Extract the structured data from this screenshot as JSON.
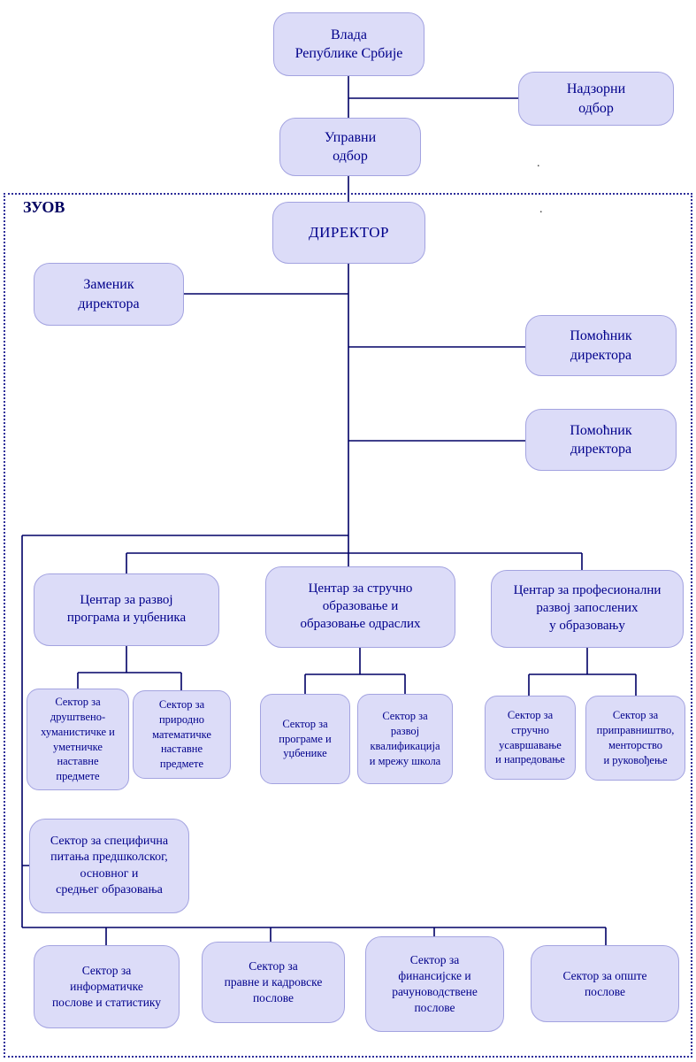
{
  "container": {
    "label": "ЗУОВ"
  },
  "line_color": "#000066",
  "box_fill": "#dcdcf8",
  "box_border": "#a3a3e0",
  "text_color": "#00008b",
  "nodes": {
    "vlada": {
      "label": "Влада\nРепублике Србије"
    },
    "nadzorni": {
      "label": "Надзорни\nодбор"
    },
    "upravni": {
      "label": "Управни\nодбор"
    },
    "direktor": {
      "label": "ДИРЕКТОР"
    },
    "zamenik": {
      "label": "Заменик\nдиректора"
    },
    "pomocnik1": {
      "label": "Помоћник\nдиректора"
    },
    "pomocnik2": {
      "label": "Помоћник\nдиректора"
    },
    "centar1": {
      "label": "Центар за развој\nпрограма и уџбеника"
    },
    "centar2": {
      "label": "Центар за стручно\nобразовање и\nобразовање одраслих"
    },
    "centar3": {
      "label": "Центар за професионални\nразвој запослених\nу образовању"
    },
    "s_dh": {
      "label": "Сектор за\nдруштвено-\nхуманистичке и\nуметничке\nнаставне\nпредмете"
    },
    "s_pm": {
      "label": "Сектор за\nприродно\nматематичке\nнаставне\nпредмете"
    },
    "s_prog": {
      "label": "Сектор за\nпрограме и\nуџбенике"
    },
    "s_kval": {
      "label": "Сектор за\nразвој\nквалификација\nи мрежу школа"
    },
    "s_usavr": {
      "label": "Сектор за\nстручно\nусавршавање\nи напредовање"
    },
    "s_priprav": {
      "label": "Сектор за\nприправништво,\nменторство\nи руковођење"
    },
    "s_spec": {
      "label": "Сектор за специфична\nпитања предшколског,\nосновног и\nсредњег образовања"
    },
    "s_inf": {
      "label": "Сектор за\nинформатичке\nпослове и статистику"
    },
    "s_pravne": {
      "label": "Сектор за\nправне  и кадровске\nпослове"
    },
    "s_fin": {
      "label": "Сектор за\nфинансијске и\nрачуноводствене\nпослове"
    },
    "s_opste": {
      "label": "Сектор за опште\nпослове"
    }
  },
  "artifacts": [
    ".",
    "."
  ]
}
